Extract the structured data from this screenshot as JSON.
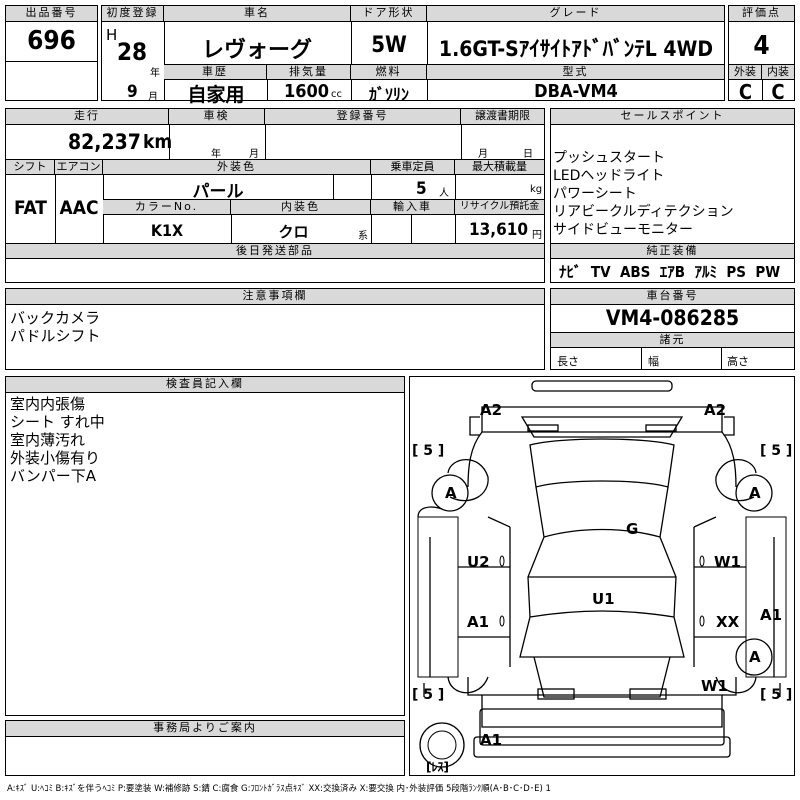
{
  "header": {
    "lot_no_label": "出品番号",
    "lot_no": "696",
    "first_reg_label": "初度登録",
    "era": "H",
    "year": "28",
    "year_unit": "年",
    "month": "9",
    "month_unit": "月",
    "car_name_label": "車名",
    "car_name": "レヴォーグ",
    "door_label": "ドア形状",
    "door": "5W",
    "grade_label": "グレード",
    "grade": "1.6GT-SｱｲｻｲﾄｱﾄﾞﾊﾞﾝﾃL 4WD",
    "score_label": "評価点",
    "score": "4",
    "history_label": "車歴",
    "history": "自家用",
    "displacement_label": "排気量",
    "displacement": "1600",
    "displacement_unit": "cc",
    "fuel_label": "燃料",
    "fuel": "ｶﾞｿﾘﾝ",
    "model_label": "型式",
    "model": "DBA-VM4",
    "exterior_label": "外装",
    "exterior": "C",
    "interior_label": "内装",
    "interior": "C"
  },
  "row2": {
    "mileage_label": "走行",
    "mileage": "82,237",
    "mileage_unit": "km",
    "inspection_label": "車検",
    "insp_year_unit": "年",
    "insp_month_unit": "月",
    "reg_no_label": "登録番号",
    "transfer_label": "譲渡書期限",
    "transfer_month_unit": "月",
    "transfer_day_unit": "日",
    "shift_label": "シフト",
    "shift": "FAT",
    "ac_label": "エアコン",
    "ac": "AAC",
    "ext_color_label": "外装色",
    "ext_color": "パール",
    "capacity_label": "乗車定員",
    "capacity": "5",
    "capacity_unit": "人",
    "load_label": "最大積載量",
    "load_unit": "kg",
    "color_no_label": "カラーNo.",
    "color_no": "K1X",
    "int_color_label": "内装色",
    "int_color": "クロ",
    "int_color_unit": "系",
    "import_label": "輸入車",
    "recycle_label": "リサイクル預託金",
    "recycle": "13,610",
    "recycle_unit": "円",
    "deferred_label": "後日発送部品"
  },
  "sales": {
    "label": "セールスポイント",
    "items": [
      "プッシュスタート",
      "LEDヘッドライト",
      "パワーシート",
      "リアビークルディテクション",
      "サイドビューモニター"
    ]
  },
  "equipment": {
    "label": "純正装備",
    "items": [
      "ﾅﾋﾞ",
      "TV",
      "ABS",
      "ｴｱB",
      "ｱﾙﾐ",
      "PS",
      "PW"
    ]
  },
  "notes": {
    "label": "注意事項欄",
    "items": [
      "バックカメラ",
      "パドルシフト"
    ]
  },
  "chassis": {
    "label": "車台番号",
    "number": "VM4-086285"
  },
  "dims": {
    "label": "諸元",
    "length": "長さ",
    "width": "幅",
    "height": "高さ"
  },
  "inspector": {
    "label": "検査員記入欄",
    "items": [
      "室内内張傷",
      "シート すれ中",
      "室内薄汚れ",
      "外装小傷有り",
      "バンパー下A"
    ]
  },
  "office": {
    "label": "事務局よりご案内"
  },
  "diagram": {
    "marks": [
      "A2",
      "A2",
      "A",
      "A",
      "G",
      "U2",
      "W1",
      "U1",
      "A1",
      "XX",
      "A1",
      "A",
      "W1",
      "A1"
    ],
    "tire_marks": [
      "[ 5 ]",
      "[ 5 ]",
      "[ 5 ]",
      "[ 5 ]"
    ],
    "spare_label": "[ﾚｽ]"
  },
  "legend": "A:ｷｽﾞ U:ﾍｺﾐ B:ｷｽﾞを伴うﾍｺﾐ P:要塗装 W:補修跡 S:錆 C:腐食 G:ﾌﾛﾝﾄｶﾞﾗｽ点ｷｽﾞ XX:交換済み X:要交換 内･外装評価 5段階ﾗﾝｸ順(A･B･C･D･E) 1"
}
